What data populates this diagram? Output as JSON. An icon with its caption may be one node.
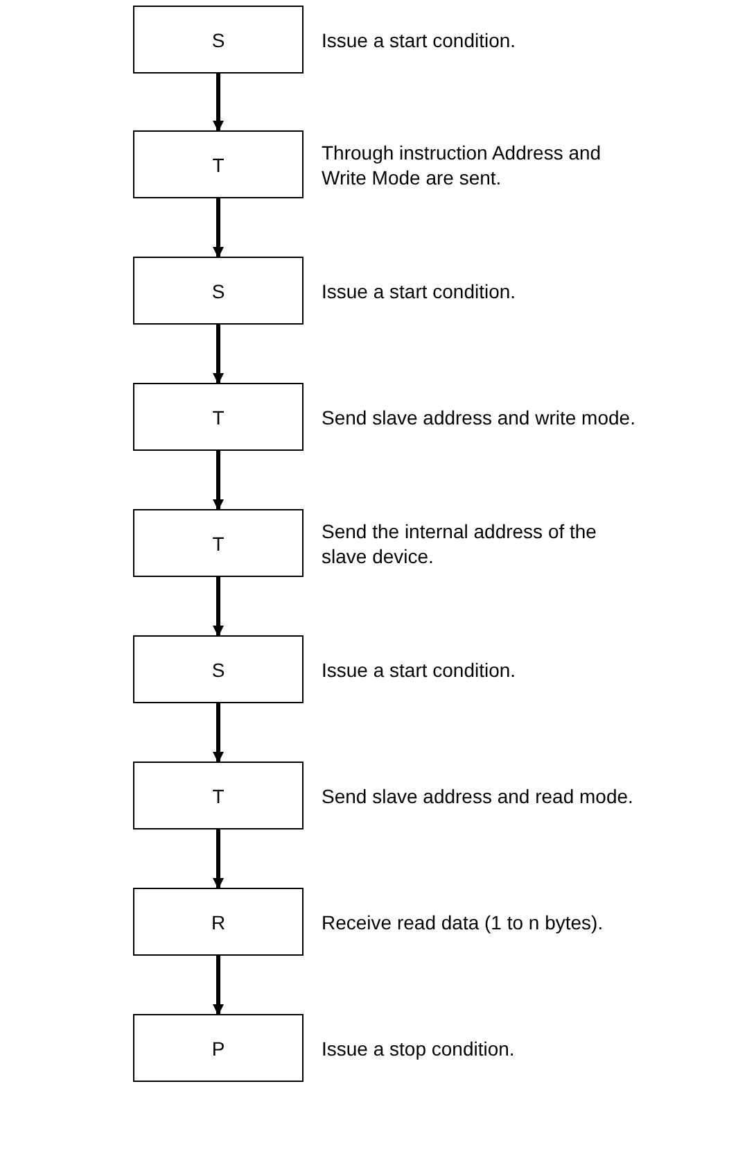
{
  "diagram": {
    "nodes": [
      {
        "text": [
          "S"
        ],
        "beside": [
          "Issue a start condition."
        ]
      },
      {
        "text": [
          "T"
        ],
        "beside": [
          "Through instruction Address and Write Mode are sent."
        ]
      },
      {
        "text": [
          "S"
        ],
        "beside": [
          "Issue a start condition."
        ]
      },
      {
        "text": [
          "T"
        ],
        "beside": [
          "Send slave address and write mode."
        ]
      },
      {
        "text": [
          "T"
        ],
        "beside": [
          "Send the internal address of the slave device."
        ]
      },
      {
        "text": [
          "S"
        ],
        "beside": [
          "Issue a start condition."
        ]
      },
      {
        "text": [
          "T"
        ],
        "beside": [
          "Send slave address and read mode."
        ]
      },
      {
        "text": [
          "R"
        ],
        "beside": [
          "Receive read data (1 to n bytes)."
        ]
      },
      {
        "text": [
          "P"
        ],
        "beside": [
          "Issue a stop condition."
        ]
      }
    ],
    "edges": [
      {
        "from": 0,
        "to": 1,
        "arrow": "to"
      },
      {
        "from": 1,
        "to": 2,
        "arrow": "to"
      },
      {
        "from": 2,
        "to": 3,
        "arrow": "to"
      },
      {
        "from": 3,
        "to": 4,
        "arrow": "to"
      },
      {
        "from": 4,
        "to": 5,
        "arrow": "to"
      },
      {
        "from": 5,
        "to": 6,
        "arrow": "to"
      },
      {
        "from": 6,
        "to": 7,
        "arrow": "to"
      },
      {
        "from": 7,
        "to": 8,
        "arrow": "to"
      }
    ]
  }
}
